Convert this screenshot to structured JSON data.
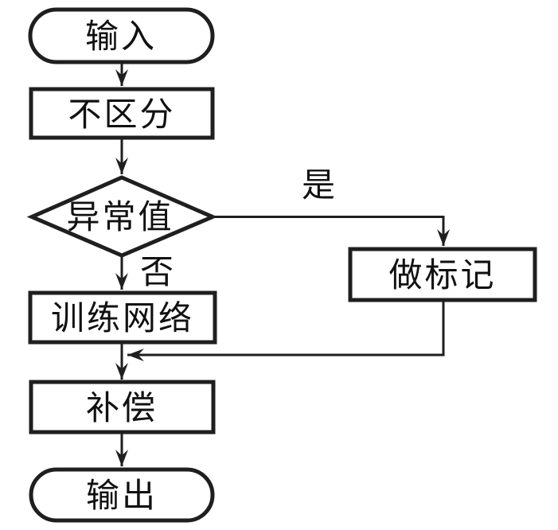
{
  "diagram": {
    "type": "flowchart",
    "background_color": "#ffffff",
    "stroke_color": "#1f1f1f",
    "text_color": "#111111",
    "nodes": {
      "start": {
        "label": "输入",
        "shape": "terminator"
      },
      "no_distinction": {
        "label": "不区分",
        "shape": "process"
      },
      "outlier_decision": {
        "label": "异常值",
        "shape": "decision"
      },
      "mark": {
        "label": "做标记",
        "shape": "process"
      },
      "train_network": {
        "label": "训练网络",
        "shape": "process"
      },
      "compensate": {
        "label": "补偿",
        "shape": "process"
      },
      "end": {
        "label": "输出",
        "shape": "terminator"
      }
    },
    "edge_labels": {
      "yes": "是",
      "no": "否"
    },
    "edges": [
      {
        "from": "start",
        "to": "no_distinction",
        "label": ""
      },
      {
        "from": "no_distinction",
        "to": "outlier_decision",
        "label": ""
      },
      {
        "from": "outlier_decision",
        "to": "train_network",
        "label": "否"
      },
      {
        "from": "outlier_decision",
        "to": "mark",
        "label": "是"
      },
      {
        "from": "train_network",
        "to": "compensate",
        "label": ""
      },
      {
        "from": "mark",
        "to": "compensate",
        "label": ""
      },
      {
        "from": "compensate",
        "to": "end",
        "label": ""
      }
    ]
  }
}
